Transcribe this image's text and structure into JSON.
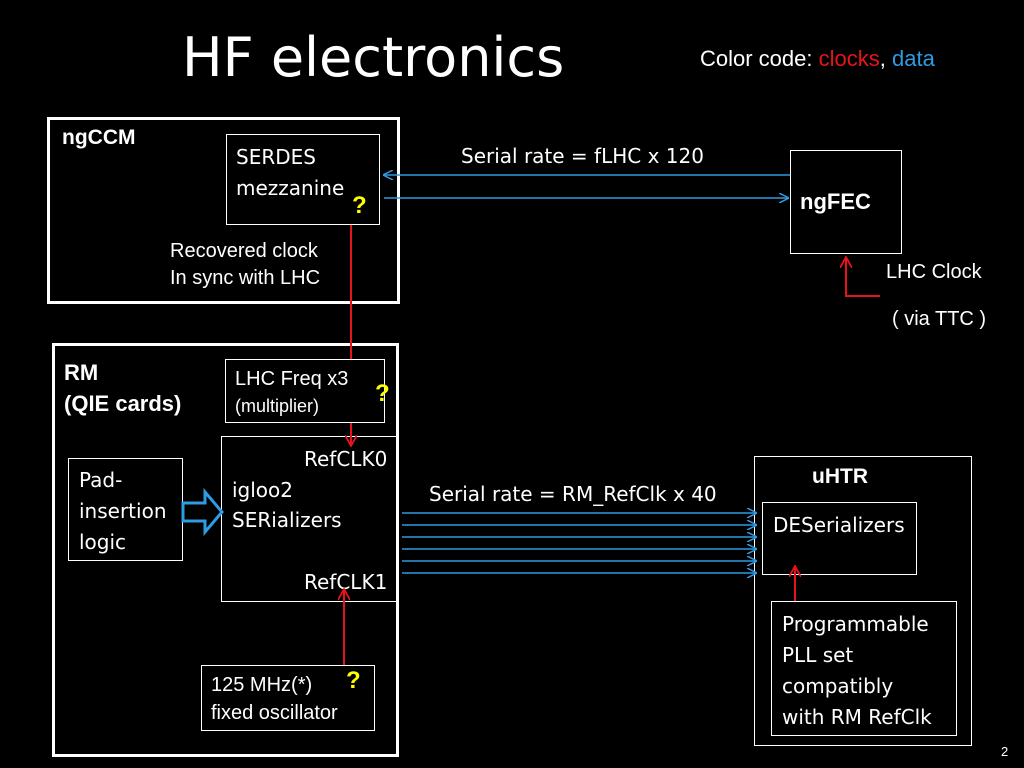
{
  "slide": {
    "title": "HF electronics",
    "page_number": "2",
    "color_code": {
      "label": "Color code:",
      "clocks": "clocks",
      "comma": ",",
      "data": "data"
    }
  },
  "colors": {
    "clock": "#e8141b",
    "data": "#2f9be0",
    "question": "#ffff00",
    "background": "#000000"
  },
  "ngccm": {
    "title": "ngCCM",
    "serdes_line1": "SERDES",
    "serdes_line2": "mezzanine",
    "question": "?",
    "recovered_line1": "Recovered clock",
    "recovered_line2": "In sync with LHC"
  },
  "ngfec": {
    "title": "ngFEC",
    "serial_rate": "Serial rate = fLHC x 120",
    "lhc_clock": "LHC Clock",
    "via_ttc": "( via TTC )"
  },
  "rm": {
    "title_line1": "RM",
    "title_line2": "(QIE cards)",
    "multiplier_line1": "LHC Freq x3",
    "multiplier_line2": "(multiplier)",
    "question": "?",
    "pad_line1": "Pad-",
    "pad_line2": "insertion",
    "pad_line3": "logic",
    "refclk0": "RefCLK0",
    "igloo_line1": "igloo2",
    "igloo_line2": "SERializers",
    "refclk1": "RefCLK1",
    "osc_line1": "125 MHz(*)",
    "osc_line2": "fixed oscillator",
    "osc_question": "?"
  },
  "uhtr": {
    "title": "uHTR",
    "serial_rate": "Serial rate = RM_RefClk x 40",
    "deser": "DESerializers",
    "pll_line1": "Programmable",
    "pll_line2": "PLL set",
    "pll_line3": "compatibly",
    "pll_line4": "with RM RefClk"
  }
}
